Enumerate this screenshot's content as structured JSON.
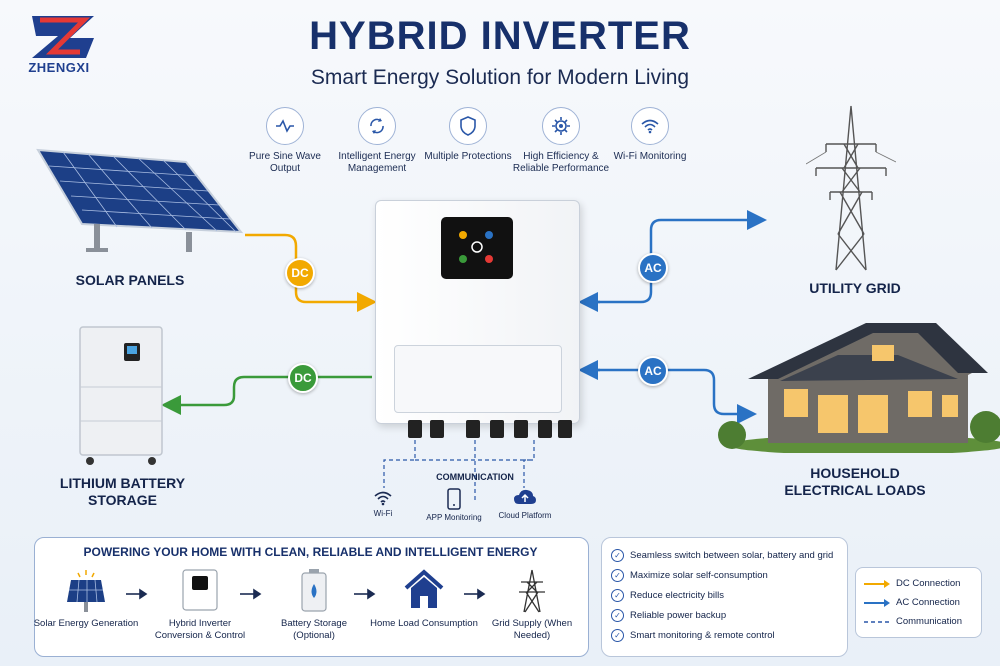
{
  "brand": {
    "name": "ZHENGXI"
  },
  "header": {
    "title": "HYBRID INVERTER",
    "subtitle": "Smart Energy Solution for Modern Living"
  },
  "features": [
    {
      "label": "Pure Sine Wave Output",
      "icon": "sine-wave-icon"
    },
    {
      "label": "Intelligent Energy Management",
      "icon": "cycle-icon"
    },
    {
      "label": "Multiple Protections",
      "icon": "shield-icon"
    },
    {
      "label": "High Efficiency & Reliable Performance",
      "icon": "gear-icon"
    },
    {
      "label": "Wi-Fi Monitoring",
      "icon": "wifi-icon"
    }
  ],
  "components": {
    "solar": "SOLAR PANELS",
    "battery": "LITHIUM BATTERY STORAGE",
    "grid": "UTILITY GRID",
    "loads": "HOUSEHOLD ELECTRICAL LOADS"
  },
  "connections": {
    "dc_top": "DC",
    "dc_bottom": "DC",
    "ac_top": "AC",
    "ac_bottom": "AC"
  },
  "communication": {
    "title": "COMMUNICATION",
    "items": [
      {
        "label": "Wi-Fi",
        "icon": "wifi-icon"
      },
      {
        "label": "APP Monitoring",
        "icon": "phone-icon"
      },
      {
        "label": "Cloud Platform",
        "icon": "cloud-icon"
      }
    ]
  },
  "flow": {
    "title": "POWERING YOUR HOME WITH CLEAN, RELIABLE AND INTELLIGENT ENERGY",
    "steps": [
      {
        "label": "Solar Energy Generation",
        "icon": "solar-panel-icon"
      },
      {
        "label": "Hybrid Inverter Conversion & Control",
        "icon": "inverter-icon"
      },
      {
        "label": "Battery Storage (Optional)",
        "icon": "battery-icon"
      },
      {
        "label": "Home Load Consumption",
        "icon": "house-icon"
      },
      {
        "label": "Grid Supply (When Needed)",
        "icon": "pylon-icon"
      }
    ]
  },
  "benefits": [
    "Seamless switch between solar, battery and grid",
    "Maximize solar self-consumption",
    "Reduce electricity bills",
    "Reliable power backup",
    "Smart monitoring & remote control"
  ],
  "legend": {
    "items": [
      {
        "label": "DC Connection",
        "color": "#f2a900"
      },
      {
        "label": "AC Connection",
        "color": "#2a72c4"
      },
      {
        "label": "Communication",
        "color": "#2a57a8"
      }
    ]
  },
  "colors": {
    "dc_orange": "#f2a900",
    "dc_green": "#3a9a3a",
    "ac_blue": "#2a72c4",
    "title_navy": "#17306b"
  }
}
